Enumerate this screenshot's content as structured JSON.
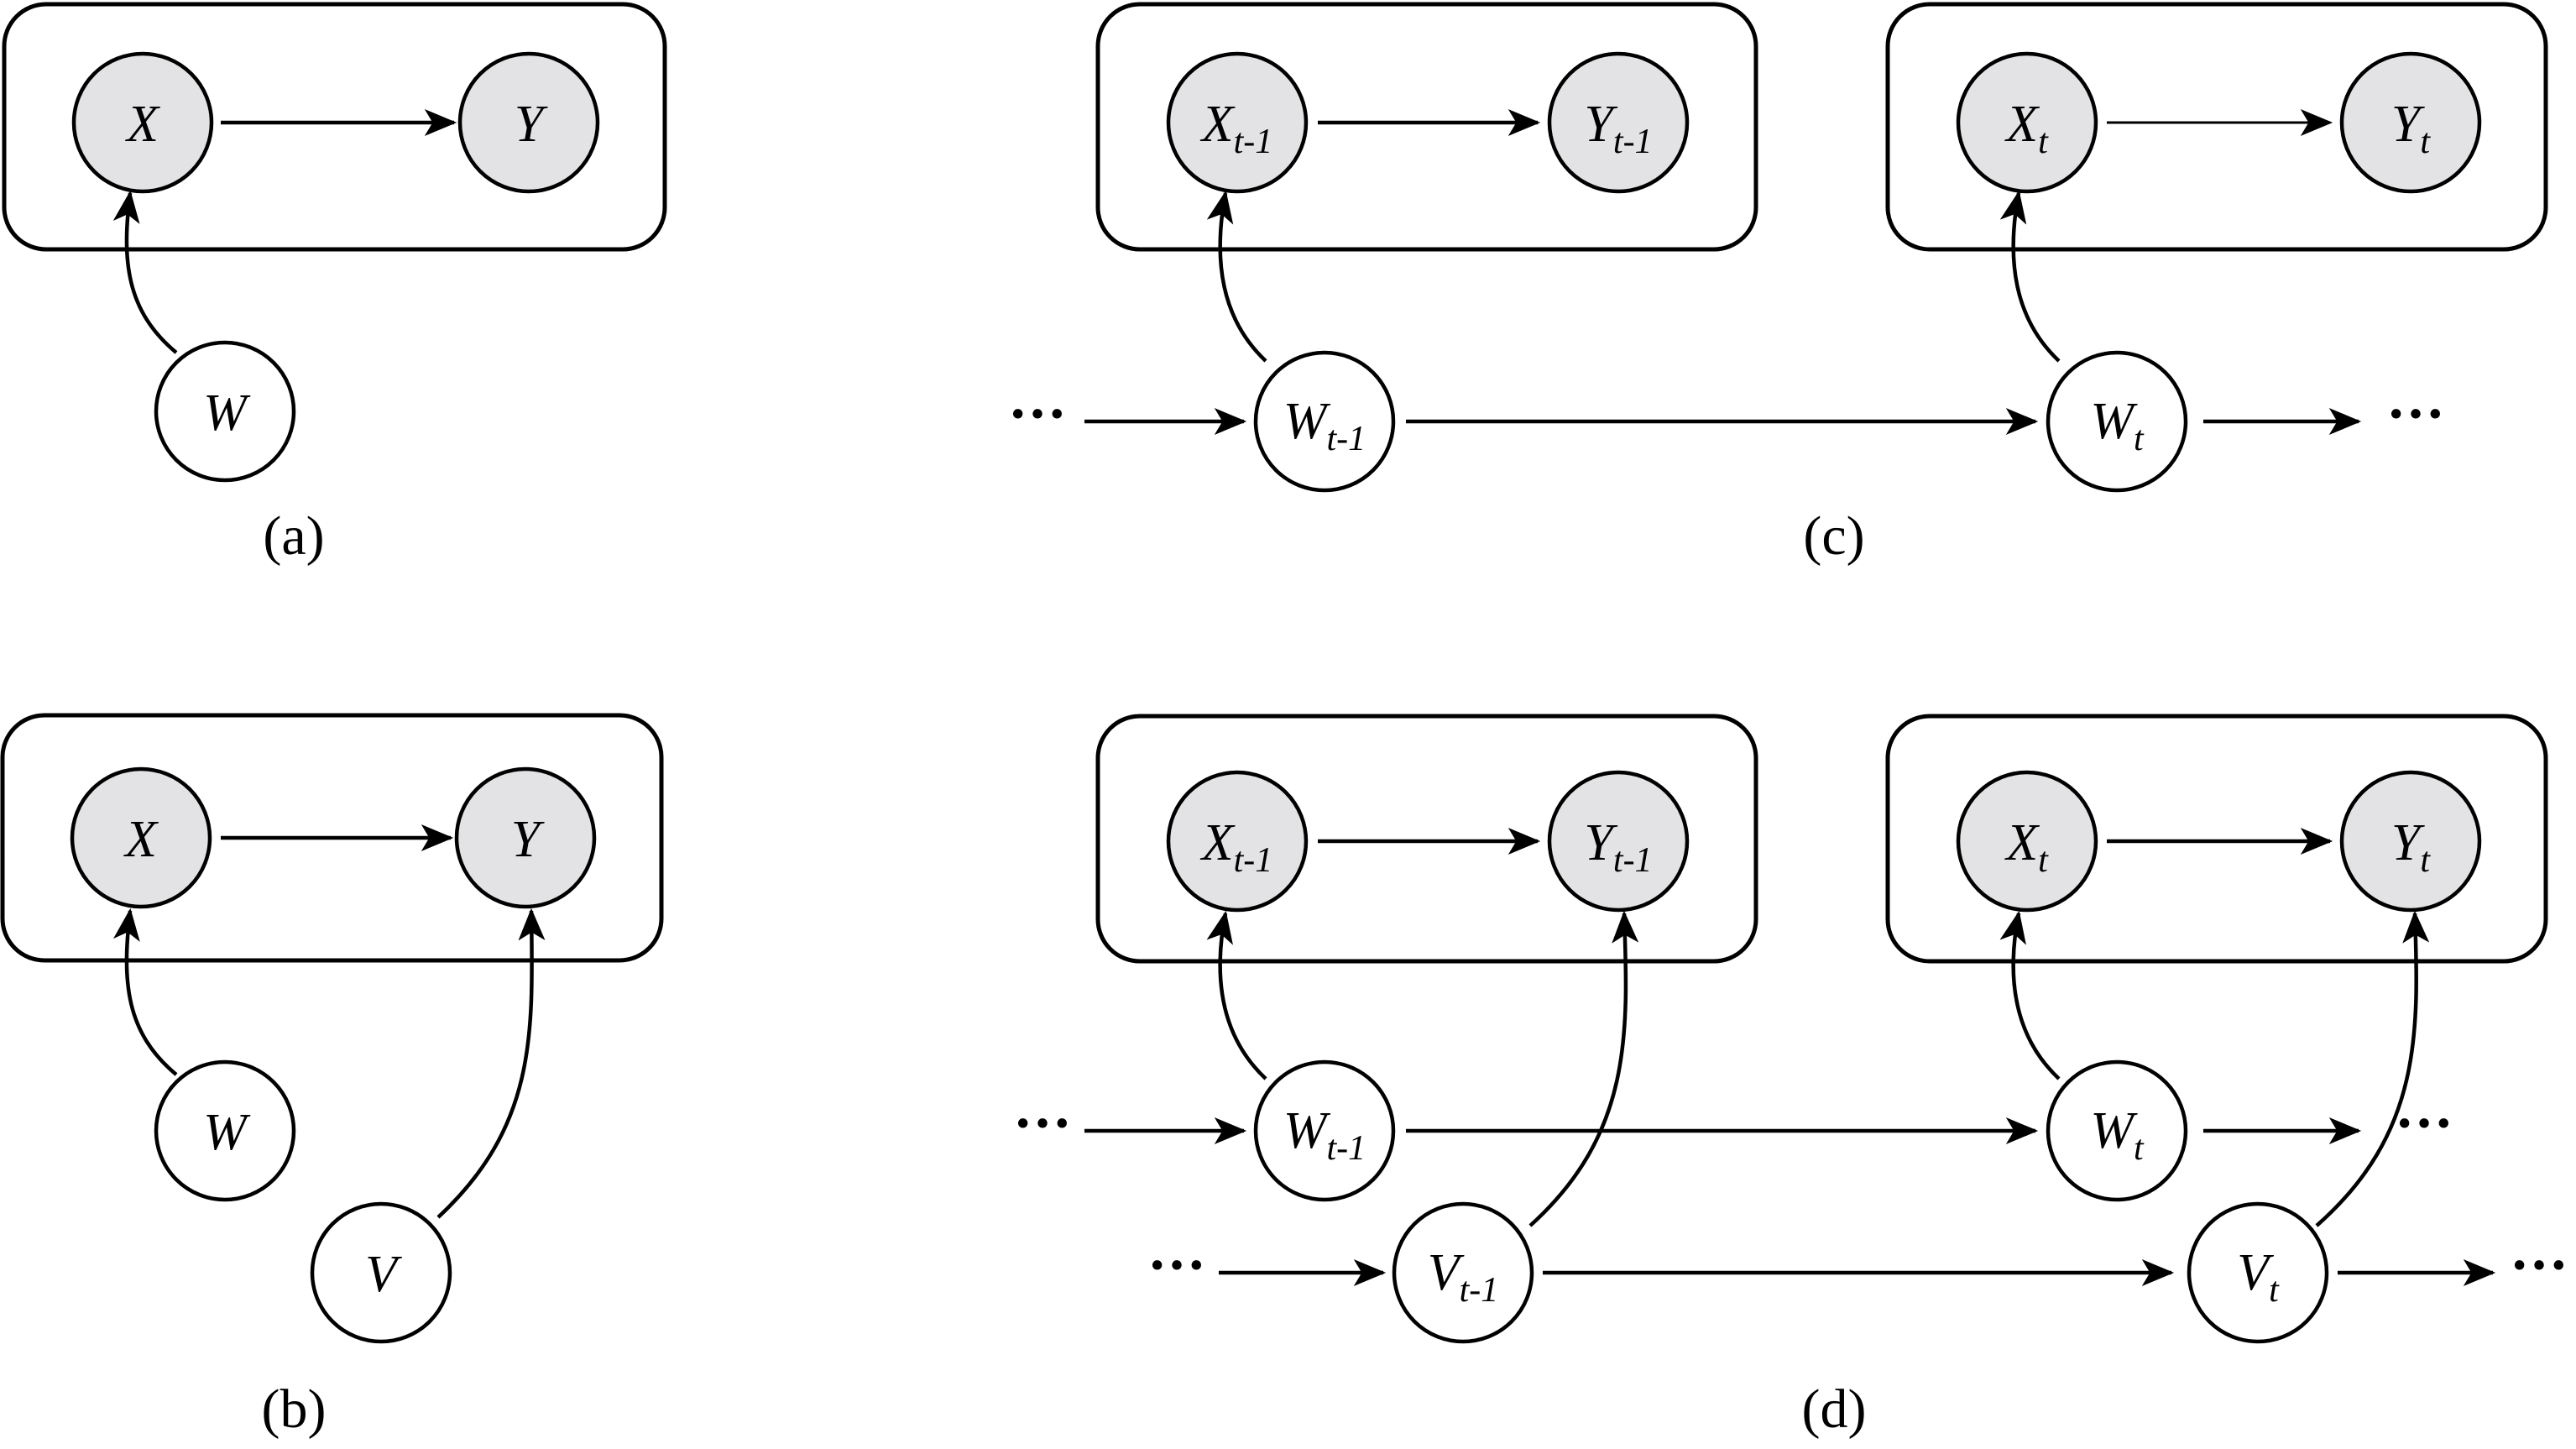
{
  "colors": {
    "observed": "#e3e3e5",
    "latent": "#ffffff",
    "stroke": "#000000"
  },
  "captions": {
    "a": "(a)",
    "b": "(b)",
    "c": "(c)",
    "d": "(d)"
  },
  "ellipsis": "···",
  "nodes": {
    "x": "X",
    "y": "Y",
    "w": "W",
    "v": "V",
    "x_prev": {
      "base": "X",
      "sub": "t-1"
    },
    "y_prev": {
      "base": "Y",
      "sub": "t-1"
    },
    "x_t": {
      "base": "X",
      "sub": "t"
    },
    "y_t": {
      "base": "Y",
      "sub": "t"
    },
    "w_prev": {
      "base": "W",
      "sub": "t-1"
    },
    "w_t": {
      "base": "W",
      "sub": "t"
    },
    "v_prev": {
      "base": "V",
      "sub": "t-1"
    },
    "v_t": {
      "base": "V",
      "sub": "t"
    }
  }
}
